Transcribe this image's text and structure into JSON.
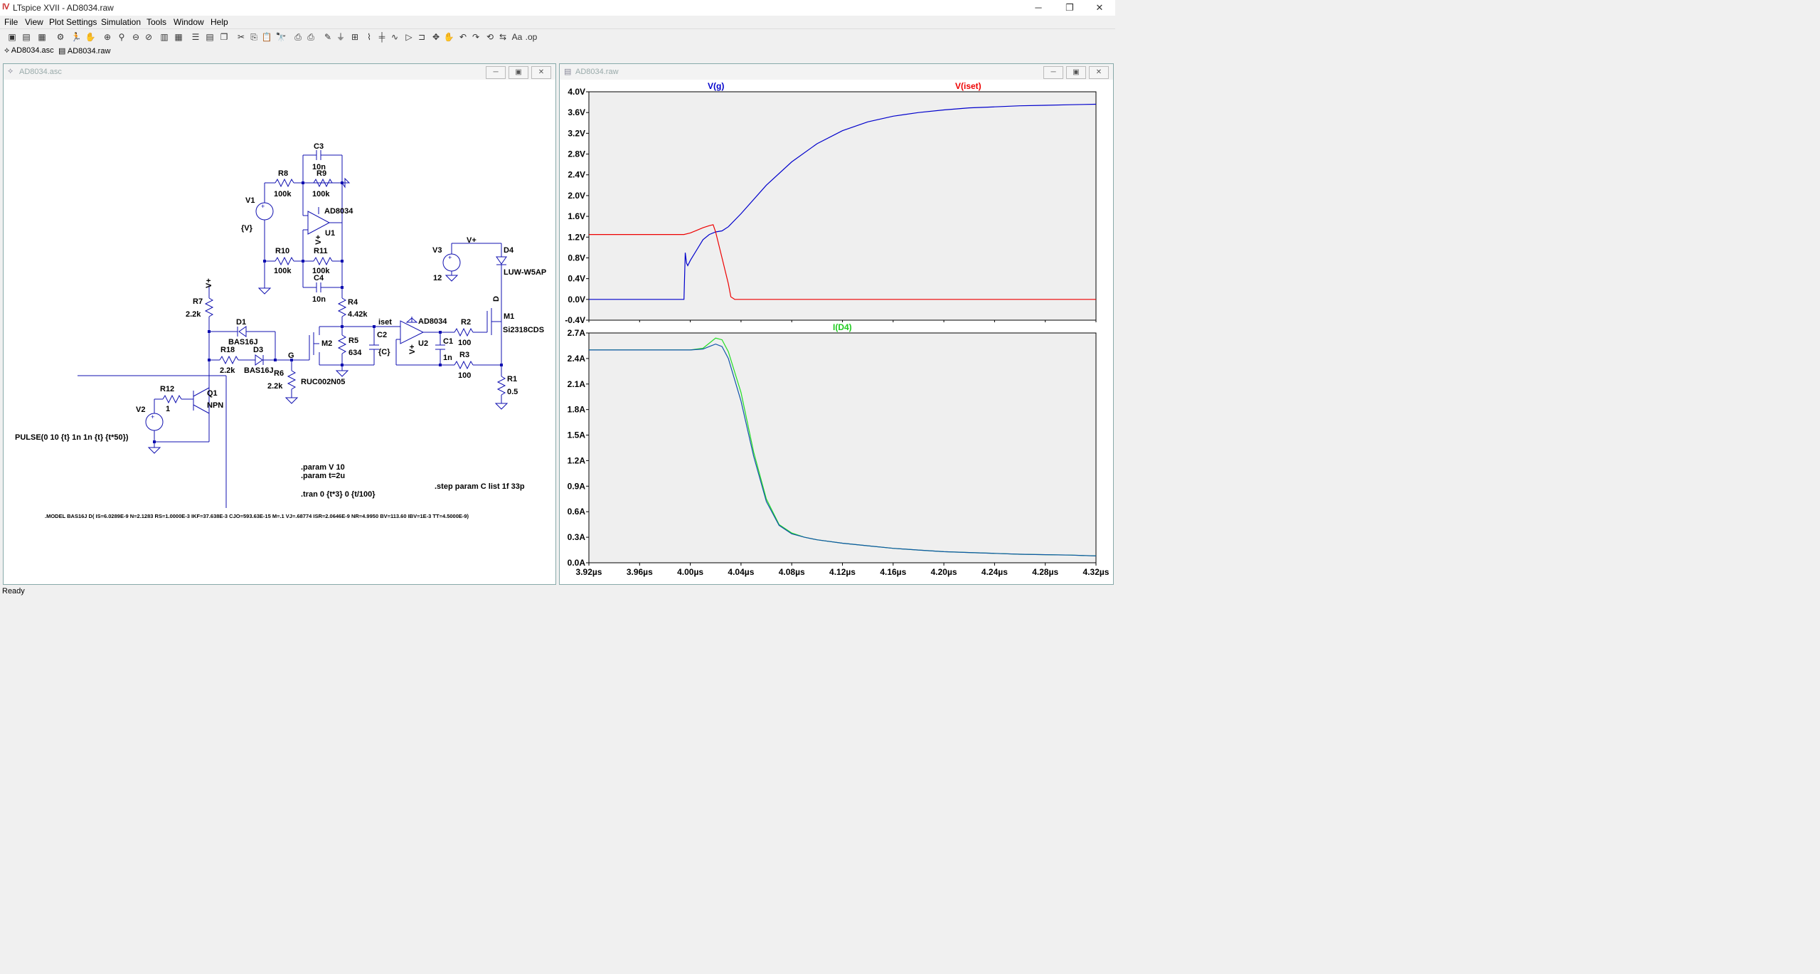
{
  "window": {
    "title": "LTspice XVII - AD8034.raw",
    "minimize_icon": "minimize-icon",
    "maximize_icon": "maximize-icon",
    "close_icon": "close-icon"
  },
  "menu": [
    "File",
    "View",
    "Plot Settings",
    "Simulation",
    "Tools",
    "Window",
    "Help"
  ],
  "tabs": [
    {
      "label": "AD8034.asc"
    },
    {
      "label": "AD8034.raw"
    }
  ],
  "schematic": {
    "title": "AD8034.asc",
    "labels": {
      "C3": "C3",
      "C3v": "10n",
      "R8": "R8",
      "R8v": "100k",
      "R9": "R9",
      "R9v": "100k",
      "V1": "V1",
      "V1v": "{V}",
      "U1": "U1",
      "AD8034a": "AD8034",
      "R10": "R10",
      "R10v": "100k",
      "R11": "R11",
      "R11v": "100k",
      "C4": "C4",
      "C4v": "10n",
      "R4": "R4",
      "R4v": "4.42k",
      "R7": "R7",
      "R7v": "2.2k",
      "D1": "D1",
      "D1v": "BAS16J",
      "R18": "R18",
      "R18v": "2.2k",
      "D3": "D3",
      "D3v": "BAS16J",
      "G": "G",
      "R6": "R6",
      "R6v": "2.2k",
      "M2": "M2",
      "M2v": "RUC002N05",
      "R5": "R5",
      "R5v": "634",
      "iset": "iset",
      "C2": "C2",
      "C2v": "{C}",
      "AD8034b": "AD8034",
      "U2": "U2",
      "R2": "R2",
      "R2v": "100",
      "C1": "C1",
      "C1v": "1n",
      "R3": "R3",
      "R3v": "100",
      "V3": "V3",
      "V3v": "12",
      "Vplus": "V+",
      "D4": "D4",
      "D4v": "LUW-W5AP",
      "Dlbl": "D",
      "M1": "M1",
      "M1v": "Si2318CDS",
      "R1": "R1",
      "R1v": "0.5",
      "R12": "R12",
      "R12v": "1",
      "V2": "V2",
      "Q1": "Q1",
      "Q1v": "NPN",
      "Vp7": "V+",
      "Vpu1": "V+",
      "Vpu2": "V+"
    },
    "pulse": "PULSE(0 10 {t} 1n 1n {t} {t*50})",
    "param1": ".param V 10",
    "param2": ".param t=2u",
    "tran": ".tran 0 {t*3} 0 {t/100}",
    "step": ".step param C list 1f 33p",
    "model": ".MODEL BAS16J D( IS=6.0289E-9 N=2.1283 RS=1.0000E-3 IKF=37.638E-3 CJO=593.63E-15 M=.1 VJ=.68774 ISR=2.0646E-9 NR=4.9950 BV=113.60 IBV=1E-3 TT=4.5000E-9)"
  },
  "waveform": {
    "title": "AD8034.raw",
    "colors": {
      "vg": "#0000cc",
      "iset": "#ee0000",
      "id4": "#22dd22",
      "id4b": "#1155aa"
    }
  },
  "chart_data": [
    {
      "type": "line",
      "series": [
        {
          "name": "V(g)",
          "x": [
            3.92,
            3.995,
            3.996,
            3.997,
            3.998,
            4.0,
            4.005,
            4.01,
            4.015,
            4.02,
            4.025,
            4.03,
            4.04,
            4.06,
            4.08,
            4.1,
            4.12,
            4.14,
            4.16,
            4.18,
            4.2,
            4.22,
            4.24,
            4.26,
            4.28,
            4.3,
            4.32
          ],
          "y": [
            0.0,
            0.0,
            0.9,
            0.7,
            0.65,
            0.75,
            0.95,
            1.15,
            1.25,
            1.3,
            1.32,
            1.4,
            1.65,
            2.2,
            2.65,
            3.0,
            3.25,
            3.42,
            3.53,
            3.6,
            3.65,
            3.69,
            3.71,
            3.73,
            3.74,
            3.75,
            3.76
          ]
        },
        {
          "name": "V(iset)",
          "x": [
            3.92,
            3.995,
            4.0,
            4.005,
            4.01,
            4.015,
            4.018,
            4.02,
            4.025,
            4.03,
            4.032,
            4.035,
            4.04,
            4.32
          ],
          "y": [
            1.25,
            1.25,
            1.28,
            1.33,
            1.38,
            1.42,
            1.44,
            1.3,
            0.8,
            0.3,
            0.05,
            0.0,
            0.0,
            0.0
          ]
        }
      ],
      "xlabel": "",
      "ylabel": "",
      "xlim": [
        3.92,
        4.32
      ],
      "ylim": [
        -0.4,
        4.0
      ],
      "yticks": [
        "4.0V",
        "3.6V",
        "3.2V",
        "2.8V",
        "2.4V",
        "2.0V",
        "1.6V",
        "1.2V",
        "0.8V",
        "0.4V",
        "0.0V",
        "-0.4V"
      ],
      "legend": [
        "V(g)",
        "V(iset)"
      ],
      "grid": false
    },
    {
      "type": "line",
      "series": [
        {
          "name": "I(D4)",
          "x": [
            3.92,
            4.0,
            4.01,
            4.015,
            4.02,
            4.025,
            4.03,
            4.04,
            4.05,
            4.06,
            4.07,
            4.08,
            4.09,
            4.1,
            4.12,
            4.14,
            4.16,
            4.18,
            4.2,
            4.22,
            4.24,
            4.26,
            4.28,
            4.3,
            4.32
          ],
          "y": [
            2.5,
            2.5,
            2.52,
            2.58,
            2.64,
            2.62,
            2.48,
            2.0,
            1.3,
            0.75,
            0.45,
            0.35,
            0.3,
            0.27,
            0.23,
            0.2,
            0.17,
            0.15,
            0.13,
            0.12,
            0.11,
            0.1,
            0.095,
            0.09,
            0.08
          ]
        },
        {
          "x": [
            3.92,
            4.0,
            4.01,
            4.015,
            4.02,
            4.025,
            4.03,
            4.04,
            4.05,
            4.06,
            4.07,
            4.08,
            4.09,
            4.1,
            4.12,
            4.14,
            4.16,
            4.18,
            4.2,
            4.22,
            4.24,
            4.26,
            4.28,
            4.3,
            4.32
          ],
          "y": [
            2.5,
            2.5,
            2.51,
            2.54,
            2.57,
            2.54,
            2.4,
            1.9,
            1.25,
            0.72,
            0.44,
            0.34,
            0.3,
            0.27,
            0.23,
            0.2,
            0.17,
            0.15,
            0.13,
            0.12,
            0.11,
            0.1,
            0.095,
            0.09,
            0.08
          ]
        }
      ],
      "xlabel": "",
      "ylabel": "",
      "xlim": [
        3.92,
        4.32
      ],
      "ylim": [
        0.0,
        2.7
      ],
      "xticks": [
        "3.92µs",
        "3.96µs",
        "4.00µs",
        "4.04µs",
        "4.08µs",
        "4.12µs",
        "4.16µs",
        "4.20µs",
        "4.24µs",
        "4.28µs",
        "4.32µs"
      ],
      "yticks": [
        "2.7A",
        "2.4A",
        "2.1A",
        "1.8A",
        "1.5A",
        "1.2A",
        "0.9A",
        "0.6A",
        "0.3A",
        "0.0A"
      ],
      "legend": [
        "I(D4)"
      ],
      "grid": false
    }
  ],
  "status": "Ready"
}
